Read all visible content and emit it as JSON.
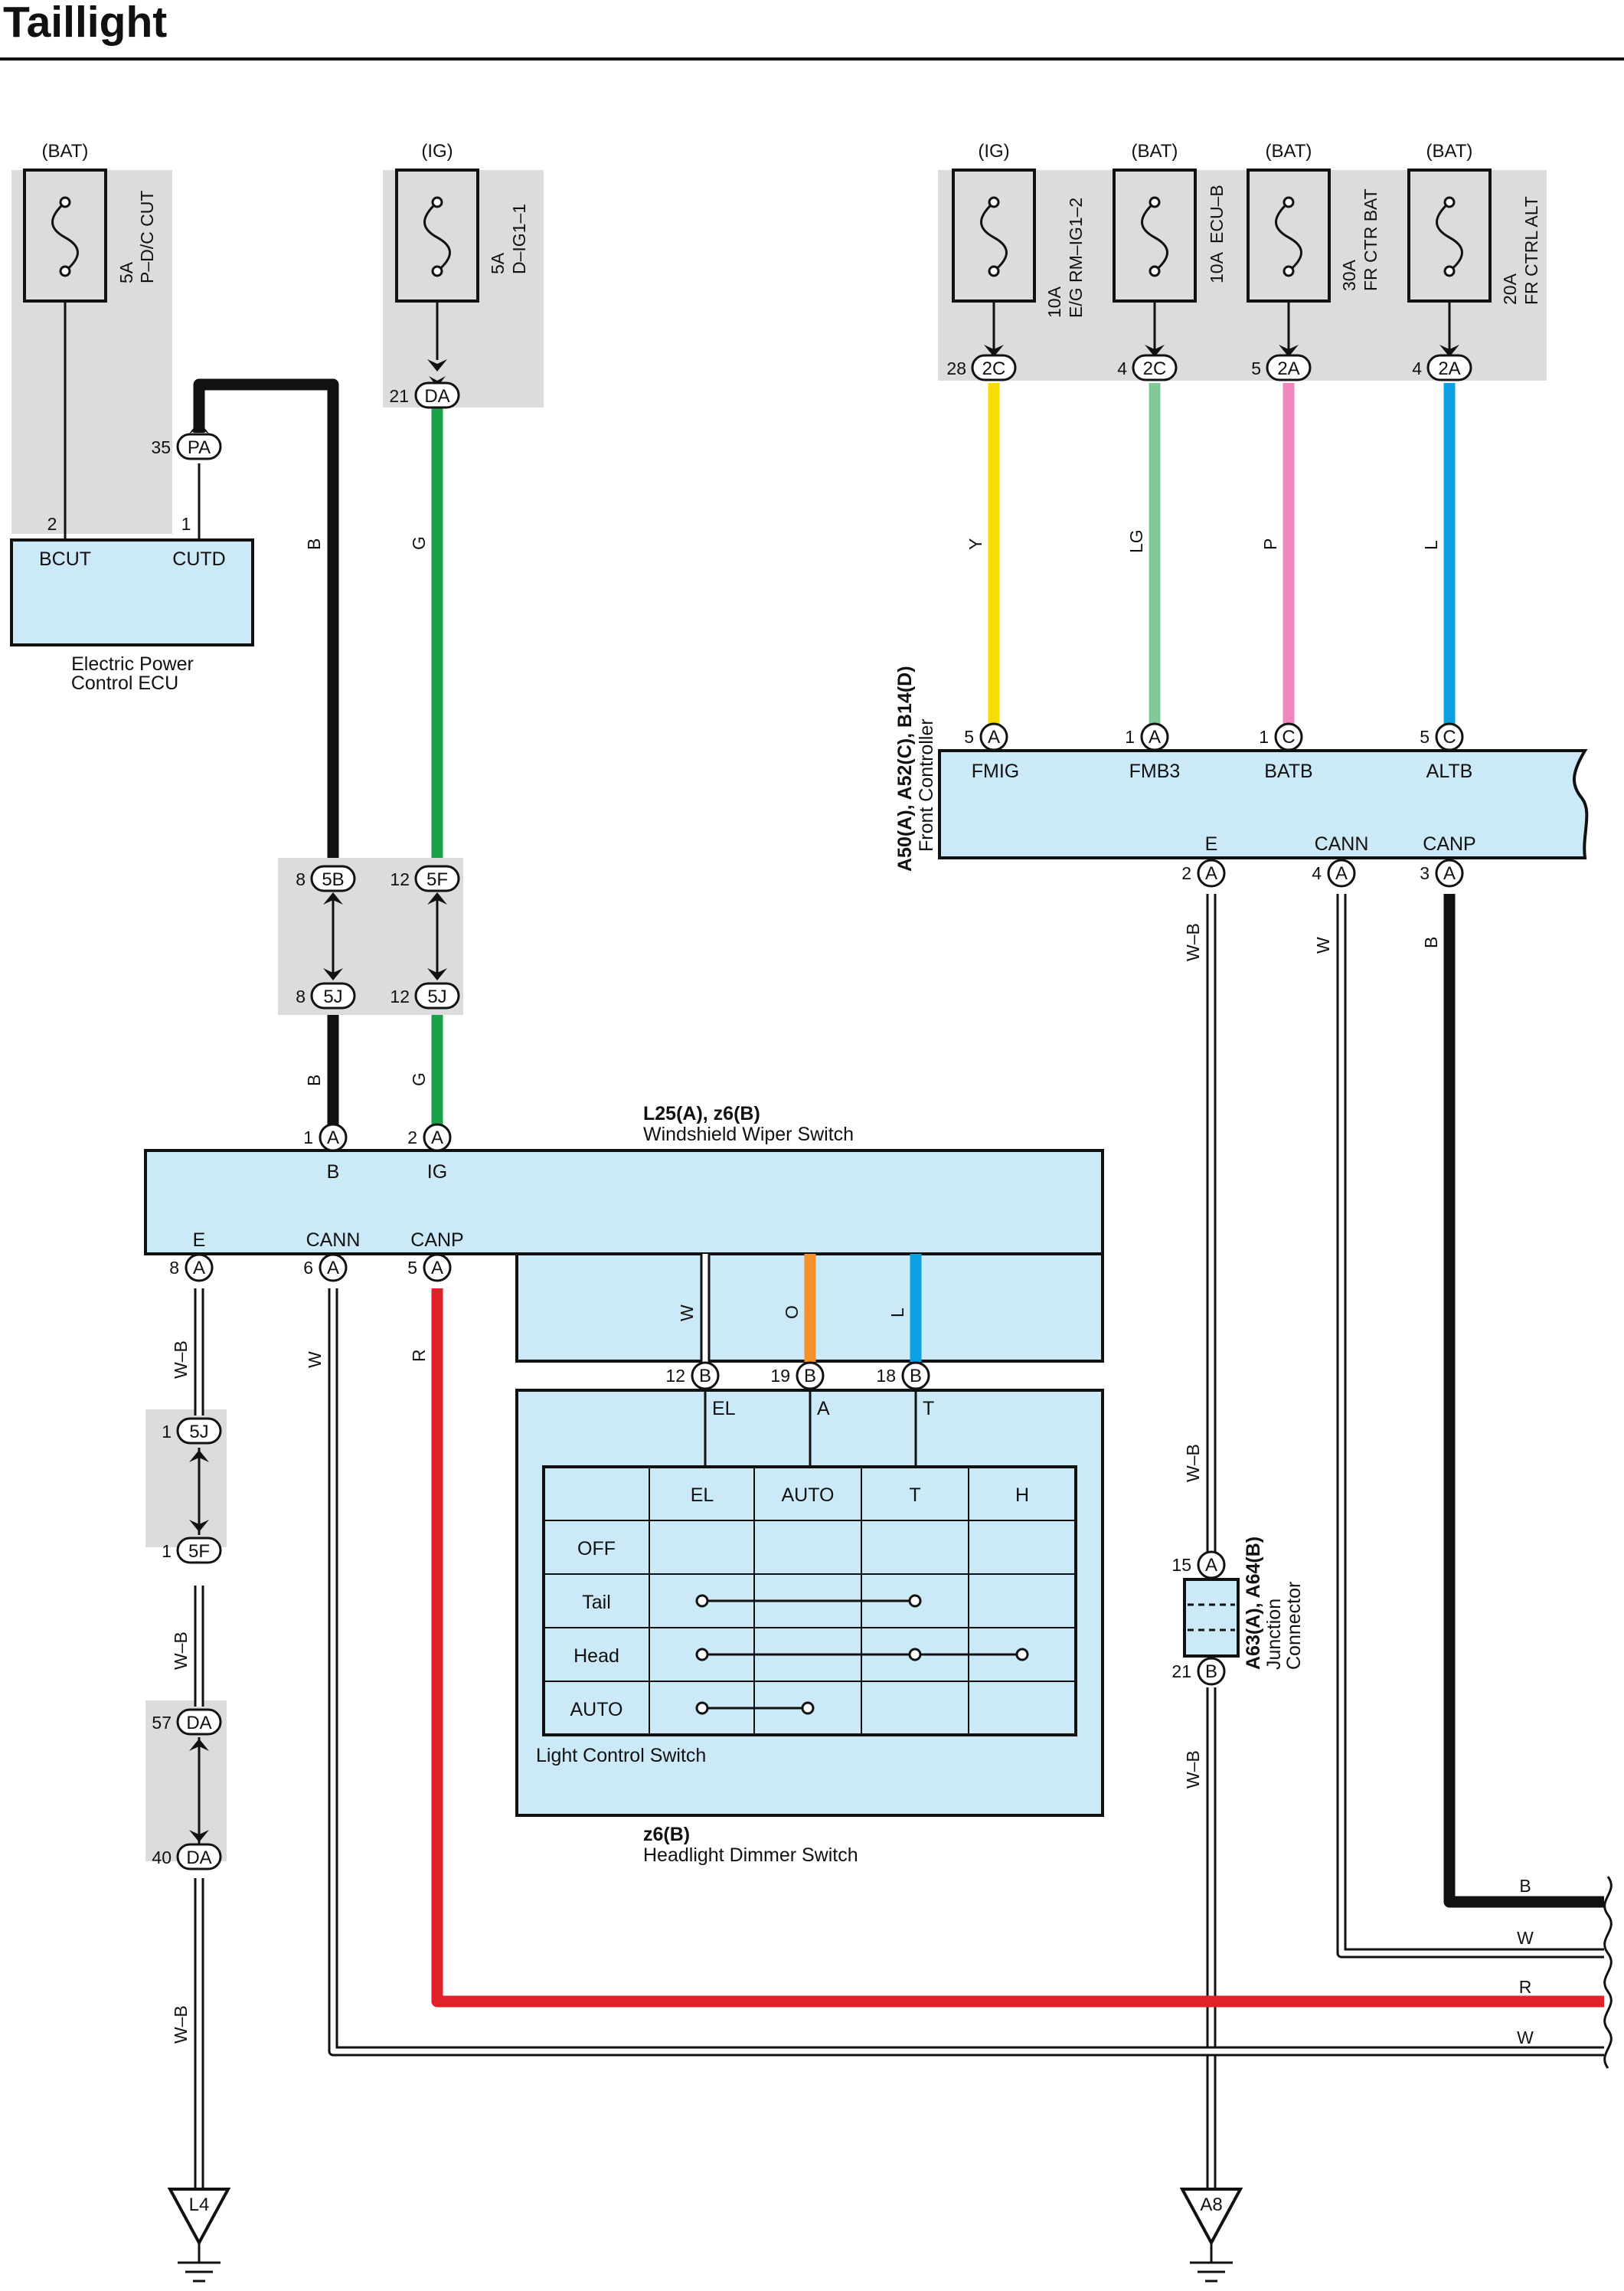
{
  "title": "Taillight",
  "sources": {
    "bat": "(BAT)",
    "ig": "(IG)"
  },
  "fuses": {
    "pdc": {
      "rating": "5A",
      "name": "P–D/C CUT"
    },
    "dig": {
      "rating": "5A",
      "name": "D–IG1–1"
    },
    "rm": {
      "rating": "10A",
      "name": "E/G RM–IG1–2"
    },
    "ecub": {
      "rating": "10A",
      "name": "ECU–B"
    },
    "frbat": {
      "rating": "30A",
      "name": "FR CTR BAT"
    },
    "fralt": {
      "rating": "20A",
      "name": "FR CTRL ALT"
    }
  },
  "connectors": {
    "PA": "PA",
    "DA": "DA",
    "C2C": "2C",
    "C2A": "2A",
    "C5B": "5B",
    "C5F": "5F",
    "C5J": "5J",
    "A": "A",
    "B": "B",
    "C": "C",
    "L4": "L4",
    "A8": "A8"
  },
  "pins": {
    "pa35": "35",
    "da21": "21",
    "u28": "28",
    "u4a": "4",
    "u5": "5",
    "u4b": "4",
    "epc2": "2",
    "epc1": "1",
    "fc5a": "5",
    "fc1a": "1",
    "fc1c": "1",
    "fc5c": "5",
    "fc2": "2",
    "fc4": "4",
    "fc3": "3",
    "c5b8": "8",
    "c5f12": "12",
    "c5j8": "8",
    "c5j12": "12",
    "ws1": "1",
    "ws2": "2",
    "ws8": "8",
    "ws6": "6",
    "ws5": "5",
    "ws12": "12",
    "ws19": "19",
    "ws18": "18",
    "l5j1": "1",
    "l5f1": "1",
    "l57": "57",
    "l40": "40",
    "jc15": "15",
    "jc21": "21"
  },
  "wires": {
    "b": "B",
    "g": "G",
    "y": "Y",
    "lg": "LG",
    "p": "P",
    "l": "L",
    "wb": "W–B",
    "w": "W",
    "r": "R",
    "o": "O"
  },
  "epc": {
    "bcut": "BCUT",
    "cutd": "CUTD",
    "name_line1": "Electric Power",
    "name_line2": "Control ECU"
  },
  "front_controller": {
    "codes": "A50(A), A52(C), B14(D)",
    "name": "Front Controller",
    "fmig": "FMIG",
    "fmb3": "FMB3",
    "batb": "BATB",
    "altb": "ALTB",
    "e": "E",
    "cann": "CANN",
    "canp": "CANP"
  },
  "wiper_switch": {
    "codes": "L25(A), z6(B)",
    "name": "Windshield Wiper Switch",
    "b": "B",
    "ig": "IG",
    "e": "E",
    "cann": "CANN",
    "canp": "CANP"
  },
  "light_switch": {
    "name": "Light Control Switch",
    "terminals": [
      "EL",
      "A",
      "T"
    ],
    "columns": [
      "EL",
      "AUTO",
      "T",
      "H"
    ],
    "rows": [
      "OFF",
      "Tail",
      "Head",
      "AUTO"
    ]
  },
  "dimmer": {
    "codes": "z6(B)",
    "name": "Headlight Dimmer Switch"
  },
  "junction": {
    "codes": "A63(A), A64(B)",
    "name_line1": "Junction",
    "name_line2": "Connector"
  },
  "colors": {
    "frame_gray": "#dcdcdc",
    "box_blue": "#cce9f8",
    "black": "#111111",
    "green": "#1aa24a",
    "yellow": "#f9dc00",
    "light_green": "#82c99a",
    "pink": "#ef86bd",
    "blue": "#0aa0e2",
    "red": "#e2202a",
    "orange": "#f5902a"
  }
}
